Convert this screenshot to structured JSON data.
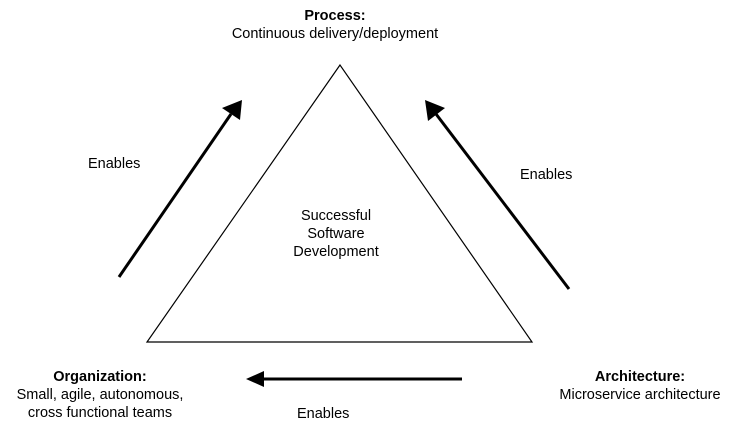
{
  "nodes": {
    "process": {
      "title": "Process:",
      "desc": [
        "Continuous delivery/deployment"
      ]
    },
    "organization": {
      "title": "Organization:",
      "desc": [
        "Small, agile, autonomous,",
        "cross functional teams"
      ]
    },
    "architecture": {
      "title": "Architecture:",
      "desc": [
        "Microservice architecture"
      ]
    }
  },
  "center": {
    "lines": [
      "Successful",
      "Software",
      "Development"
    ]
  },
  "edges": {
    "org_to_process": "Enables",
    "arch_to_process": "Enables",
    "arch_to_org": "Enables"
  },
  "colors": {
    "stroke": "#000000",
    "background": "#ffffff"
  }
}
